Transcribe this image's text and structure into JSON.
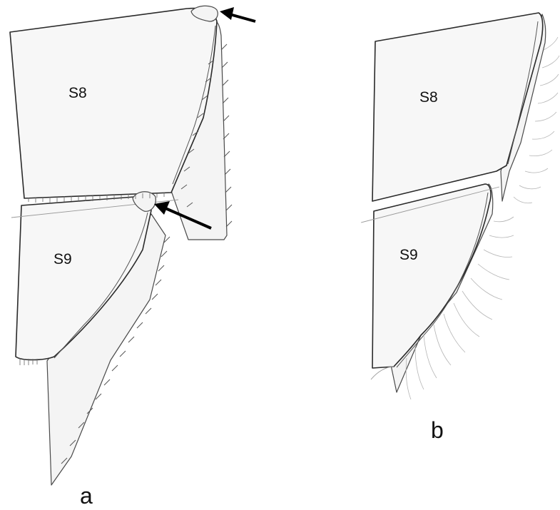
{
  "panel_a": {
    "label": "a",
    "segment_upper": "S8",
    "segment_lower": "S9",
    "arrow_count": 2
  },
  "panel_b": {
    "label": "b",
    "segment_upper": "S8",
    "segment_lower": "S9"
  },
  "colors": {
    "outline": "#2a2a2a",
    "fill": "#f7f7f7",
    "setae": "#b5b5b5",
    "arrow": "#000000"
  }
}
